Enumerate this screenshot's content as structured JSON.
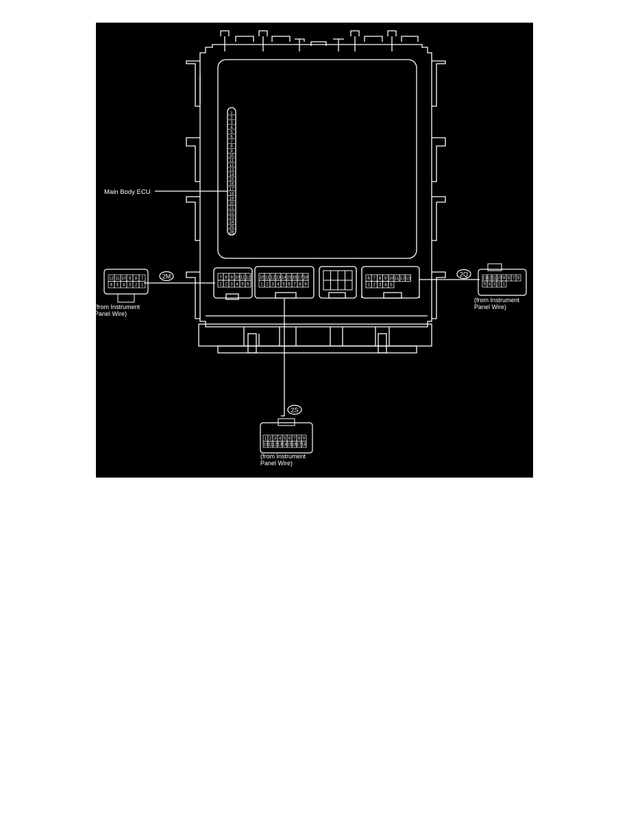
{
  "diagram": {
    "main_label": "Main Body ECU",
    "pin_strip": [
      "1",
      "2",
      "3",
      "4",
      "5",
      "6",
      "7",
      "8",
      "9",
      "10",
      "11",
      "12",
      "13",
      "14",
      "15",
      "16",
      "17",
      "18",
      "19",
      "20",
      "21",
      "22",
      "23",
      "24",
      "25",
      "26"
    ],
    "connectors": [
      {
        "id": "2M",
        "note_line1": "(from Instrument",
        "note_line2": "Panel Wire)",
        "plug_top": [
          "12",
          "11",
          "10",
          "9",
          "8",
          "7"
        ],
        "plug_bottom": [
          "6",
          "5",
          "4",
          "3",
          "2",
          "1"
        ],
        "socket_top": [
          "7",
          "8",
          "9",
          "10",
          "11",
          "12"
        ],
        "socket_bottom": [
          "1",
          "2",
          "3",
          "4",
          "5",
          "6"
        ]
      },
      {
        "id": "2S",
        "note_line1": "(from Instrument",
        "note_line2": "Panel Wire)",
        "plug_top": [
          "1",
          "2",
          "3",
          "4",
          "5",
          "6",
          "7",
          "8",
          "9"
        ],
        "plug_bottom": [
          "10",
          "11",
          "12",
          "13",
          "14",
          "15",
          "16",
          "17",
          "18"
        ],
        "socket_top": [
          "10",
          "11",
          "12",
          "13",
          "14",
          "15",
          "16",
          "17",
          "18"
        ],
        "socket_bottom": [
          "1",
          "2",
          "3",
          "4",
          "5",
          "6",
          "7",
          "8",
          "9"
        ]
      },
      {
        "id": "2Q",
        "note_line1": "(from Instrument",
        "note_line2": "Panel Wire)",
        "plug_top": [
          "13",
          "12",
          "11",
          "10",
          "9",
          "8",
          "7",
          "6"
        ],
        "plug_bottom": [
          "5",
          "4",
          "3",
          "2",
          "1"
        ],
        "socket_top": [
          "6",
          "7",
          "8",
          "9",
          "10",
          "11",
          "12",
          "13"
        ],
        "socket_bottom": [
          "1",
          "2",
          "3",
          "4",
          "5"
        ]
      }
    ]
  }
}
